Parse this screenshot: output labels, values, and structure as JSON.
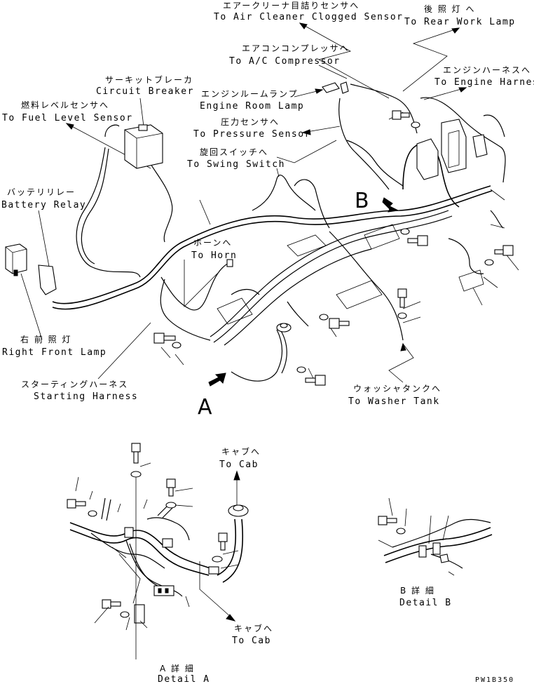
{
  "labels": {
    "air_cleaner": {
      "jp": "エアークリーナ目詰りセンサへ",
      "en": "To Air Cleaner Clogged Sensor"
    },
    "rear_work_lamp": {
      "jp": "後 照 灯 へ",
      "en": "To Rear Work Lamp"
    },
    "ac_compressor": {
      "jp": "エアコンコンプレッサへ",
      "en": "To A/C Compressor"
    },
    "engine_harness": {
      "jp": "エンジンハーネスへ",
      "en": "To Engine Harness"
    },
    "circuit_breaker": {
      "jp": "サーキットブレーカ",
      "en": "Circuit Breaker"
    },
    "engine_room_lamp": {
      "jp": "エンジンルームランプ",
      "en": "Engine Room Lamp"
    },
    "fuel_level": {
      "jp": "燃料レベルセンサへ",
      "en": "To Fuel Level Sensor"
    },
    "pressure_sensor": {
      "jp": "圧力センサへ",
      "en": "To Pressure Sensor"
    },
    "swing_switch": {
      "jp": "旋回スイッチへ",
      "en": "To Swing Switch"
    },
    "battery_relay": {
      "jp": "バッテリリレー",
      "en": "Battery Relay"
    },
    "horn": {
      "jp": "ホーンへ",
      "en": "To Horn"
    },
    "right_front_lamp": {
      "jp": "右 前 照 灯",
      "en": "Right Front Lamp"
    },
    "starting_harness": {
      "jp": "スターティングハーネス",
      "en": "Starting Harness"
    },
    "washer_tank": {
      "jp": "ウォッシャタンクへ",
      "en": "To Washer Tank"
    },
    "cab_top": {
      "jp": "キャブへ",
      "en": "To Cab"
    },
    "cab_bottom": {
      "jp": "キャブへ",
      "en": "To Cab"
    },
    "detail_a": {
      "jp": "A 詳 細",
      "en": "Detail A"
    },
    "detail_b": {
      "jp": "B 詳 細",
      "en": "Detail B"
    }
  },
  "view_markers": {
    "a": "A",
    "b": "B"
  },
  "drawing_code": "PW1B350"
}
